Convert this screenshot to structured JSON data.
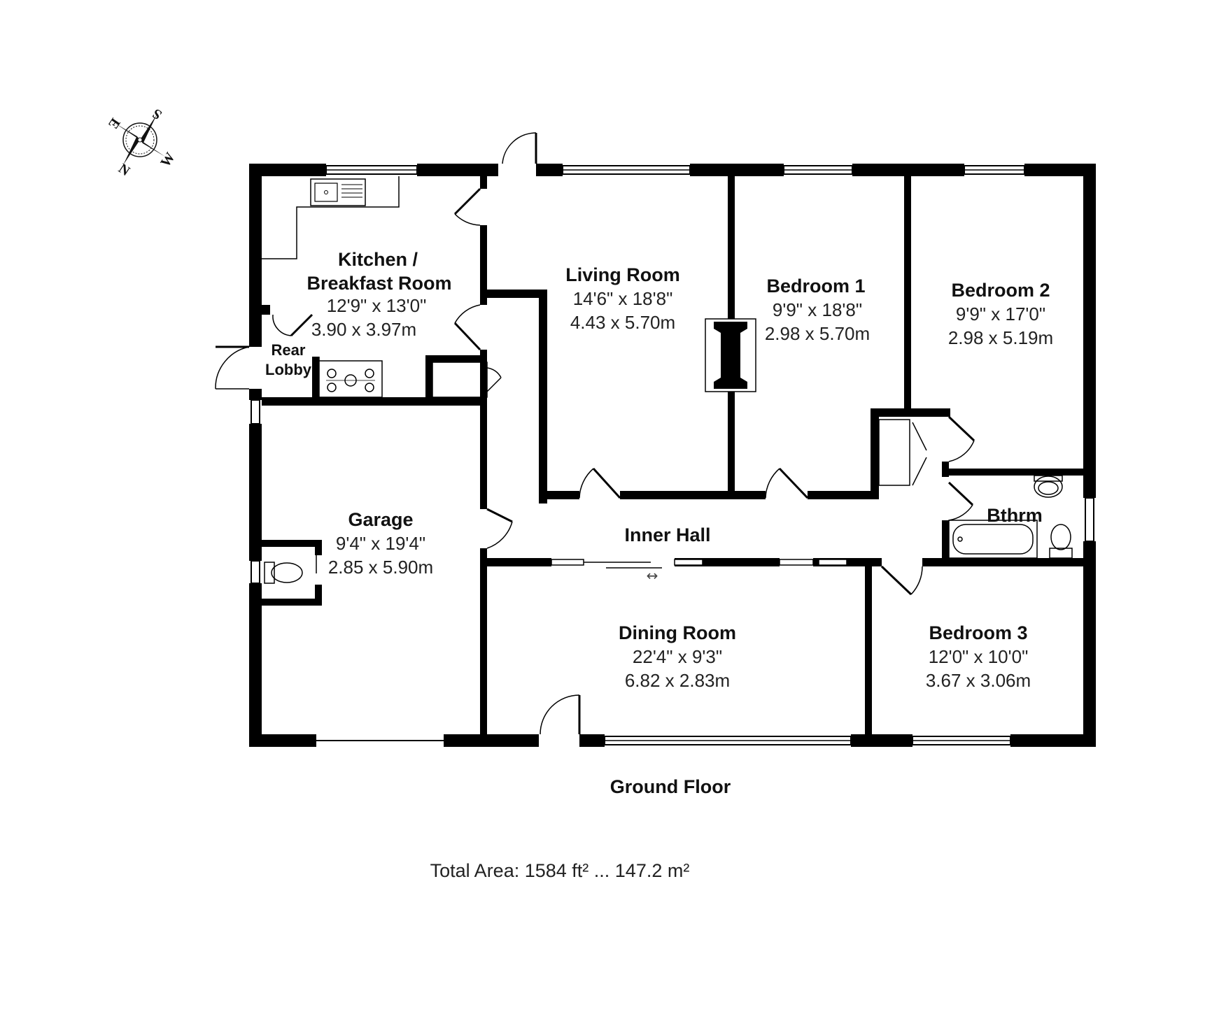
{
  "floor": {
    "label": "Ground Floor"
  },
  "total_area": "Total Area: 1584 ft² ... 147.2 m²",
  "compass": {
    "north": "N",
    "south": "S",
    "east": "E",
    "west": "W"
  },
  "rooms": {
    "kitchen": {
      "name_line1": "Kitchen /",
      "name_line2": "Breakfast Room",
      "imperial": "12'9\" x 13'0\"",
      "metric": "3.90 x 3.97m"
    },
    "living": {
      "name": "Living Room",
      "imperial": "14'6\" x 18'8\"",
      "metric": "4.43 x 5.70m"
    },
    "bedroom1": {
      "name": "Bedroom 1",
      "imperial": "9'9\" x 18'8\"",
      "metric": "2.98 x 5.70m"
    },
    "bedroom2": {
      "name": "Bedroom 2",
      "imperial": "9'9\" x 17'0\"",
      "metric": "2.98 x 5.19m"
    },
    "rear_lobby": {
      "name_line1": "Rear",
      "name_line2": "Lobby"
    },
    "garage": {
      "name": "Garage",
      "imperial": "9'4\" x 19'4\"",
      "metric": "2.85 x 5.90m"
    },
    "inner_hall": {
      "name": "Inner Hall"
    },
    "bathroom": {
      "name": "Bthrm"
    },
    "dining": {
      "name": "Dining Room",
      "imperial": "22'4\" x 9'3\"",
      "metric": "6.82 x 2.83m"
    },
    "bedroom3": {
      "name": "Bedroom 3",
      "imperial": "12'0\" x 10'0\"",
      "metric": "3.67 x 3.06m"
    }
  }
}
